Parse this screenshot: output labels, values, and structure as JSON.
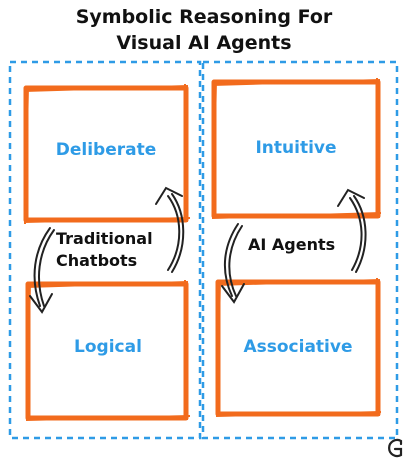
{
  "title": {
    "line1": "Symbolic Reasoning For",
    "line2": "Visual AI Agents"
  },
  "boxes": {
    "top_left": "Deliberate",
    "top_right": "Intuitive",
    "bottom_left": "Logical",
    "bottom_right": "Associative"
  },
  "groups": {
    "left_line1": "Traditional",
    "left_line2": "Chatbots",
    "right": "AI Agents"
  },
  "colors": {
    "box_border": "#f26b1d",
    "box_text": "#2e9be6",
    "dashed_border": "#2e9be6",
    "arrow": "#222222"
  },
  "icons": {
    "corner_logo": "g-logo-icon"
  }
}
